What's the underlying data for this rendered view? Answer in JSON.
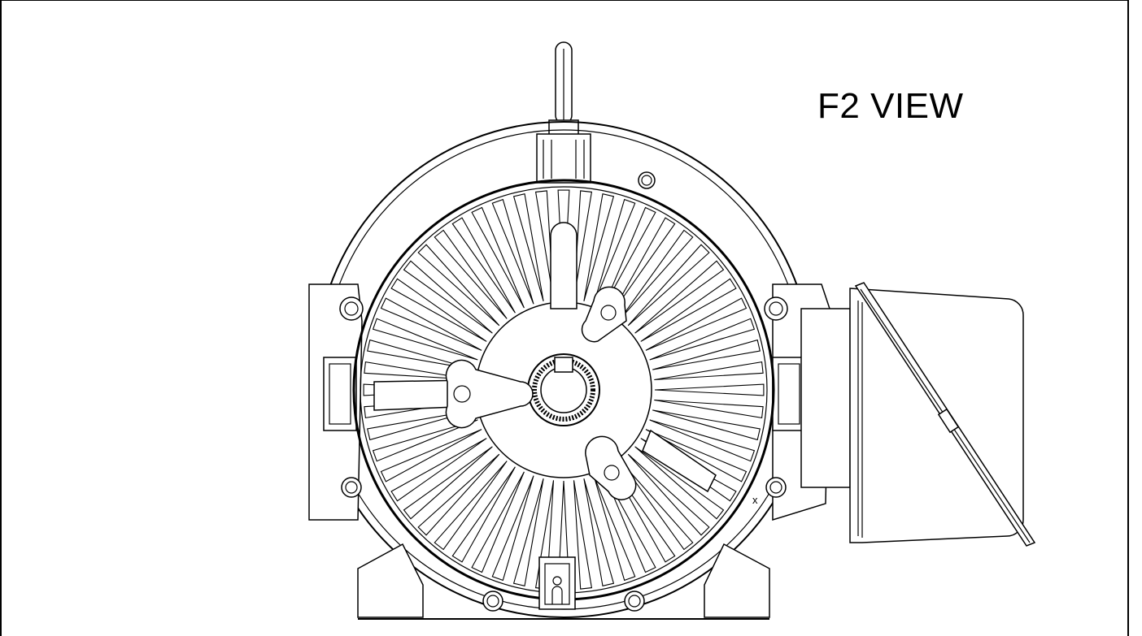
{
  "drawing": {
    "view_label": "F2 VIEW",
    "corner_mark": "x",
    "fin_count": 56
  }
}
